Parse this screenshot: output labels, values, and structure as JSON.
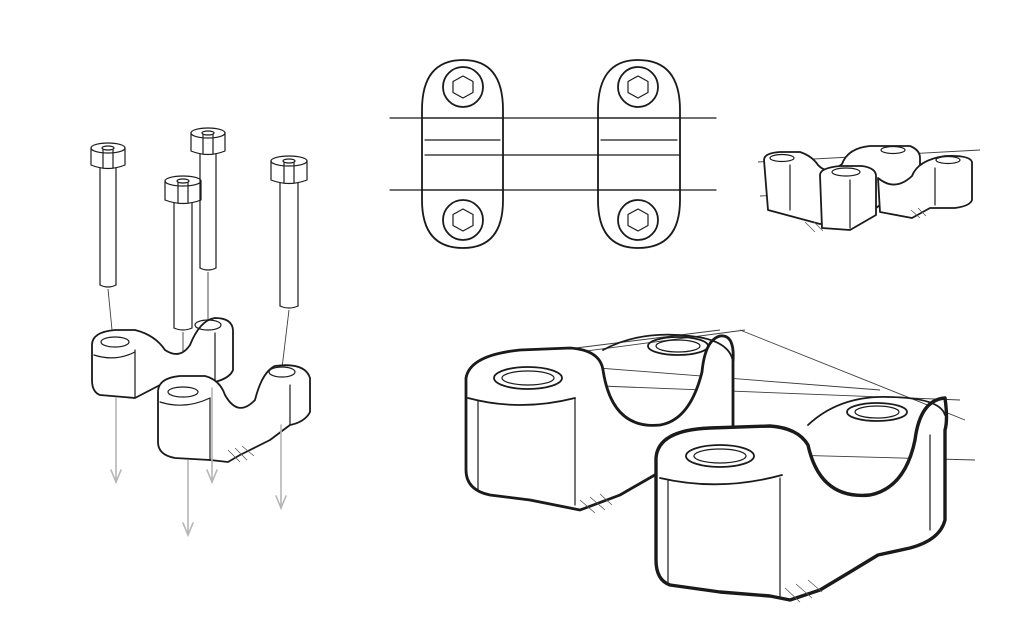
{
  "drawing": {
    "views": [
      {
        "id": "exploded",
        "label": ""
      },
      {
        "id": "top",
        "label": ""
      },
      {
        "id": "iso-small",
        "label": ""
      },
      {
        "id": "iso-large",
        "label": ""
      }
    ],
    "colors": {
      "line": "#1a1a1a",
      "arrow": "#b5b5b5",
      "background": "#ffffff"
    },
    "bolt_count": 4,
    "clamp_count": 2
  }
}
